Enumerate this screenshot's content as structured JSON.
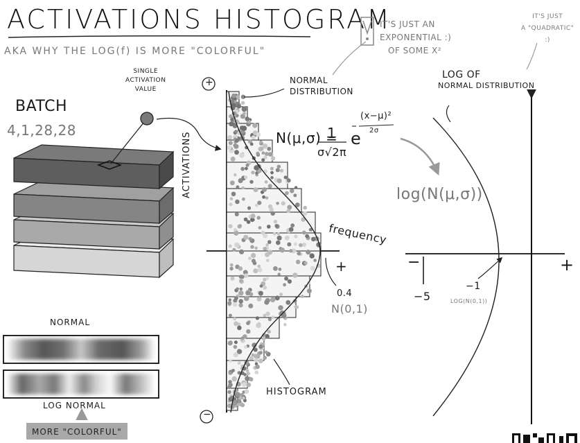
{
  "header": {
    "title": "ACTIVATIONS HISTOGRAM",
    "subtitle": "AKA WHY THE LOG(f) IS MORE \"COLORFUL\""
  },
  "notes": {
    "exponential": [
      "IT'S JUST AN",
      "EXPONENTIAL :)",
      "OF SOME X²"
    ],
    "quadratic": [
      "IT'S JUST",
      "A \"QUADRATIC\"",
      ":)"
    ]
  },
  "batch": {
    "label": "BATCH",
    "shape": "4,1,28,28",
    "single_value_label": [
      "SINGLE",
      "ACTIVATION",
      "VALUE"
    ]
  },
  "histogram": {
    "plus_sign": "+",
    "minus_sign": "−",
    "normal_label": [
      "NORMAL",
      "DISTRIBUTION"
    ],
    "y_axis_label": "ACTIVATIONS",
    "x_axis_label": "frequency",
    "x_axis_symbol": "+",
    "formula_lhs": "N(μ,σ) =",
    "formula_num": "1",
    "formula_den": "σ√2π",
    "formula_e": "e",
    "formula_exp": "(x−μ)²",
    "formula_exp_den": "2σ",
    "peak_value": "0.4",
    "peak_label": "N(0,1)",
    "histogram_label": "HISTOGRAM"
  },
  "log_plot": {
    "title": [
      "LOG OF",
      "NORMAL DISTRIBUTION"
    ],
    "formula": "log(N(μ,σ))",
    "x_symbol_left": "−",
    "x_symbol_right": "+",
    "tick1": "−5",
    "tick2": "−1",
    "tick2_label": "LOG(N(0,1))"
  },
  "strips": {
    "normal_label": "NORMAL",
    "log_normal_label": "LOG NORMAL",
    "more_colorful": "MORE \"COLORFUL\""
  }
}
